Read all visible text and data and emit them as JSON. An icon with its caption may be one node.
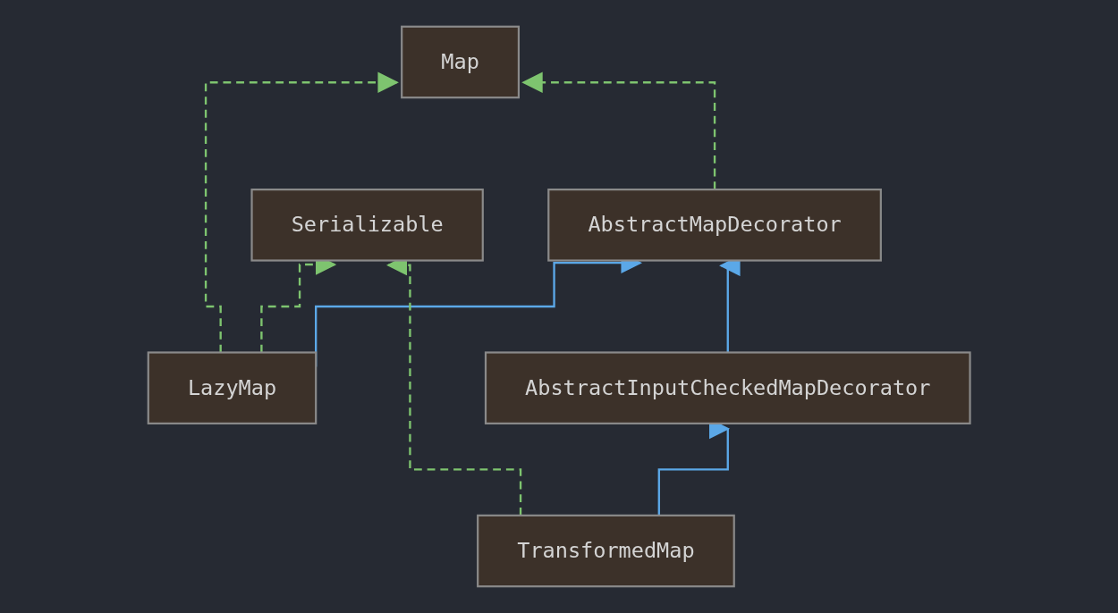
{
  "diagram": {
    "nodes": [
      {
        "text": [
          "Map"
        ]
      },
      {
        "text": [
          "AbstractMapDecorator"
        ]
      },
      {
        "text": [
          "Serializable"
        ]
      },
      {
        "text": [
          "AbstractInputCheckedMapDecorator"
        ]
      },
      {
        "text": [
          "LazyMap"
        ]
      },
      {
        "text": [
          "TransformedMap"
        ]
      }
    ],
    "edges": [
      {
        "from": 4,
        "to": 0,
        "arrow": "to",
        "style": "dashed"
      },
      {
        "from": 1,
        "to": 0,
        "arrow": "to",
        "style": "dashed"
      },
      {
        "from": 4,
        "to": 1,
        "arrow": "to",
        "color": "#5ba8e8"
      },
      {
        "from": 3,
        "to": 1,
        "arrow": "to",
        "color": "#5ba8e8"
      },
      {
        "from": 4,
        "to": 2,
        "arrow": "to",
        "style": "dashed"
      },
      {
        "from": 5,
        "to": 2,
        "arrow": "to",
        "style": "dashed"
      },
      {
        "from": 5,
        "to": 3,
        "arrow": "to",
        "color": "#5ba8e8"
      }
    ]
  }
}
